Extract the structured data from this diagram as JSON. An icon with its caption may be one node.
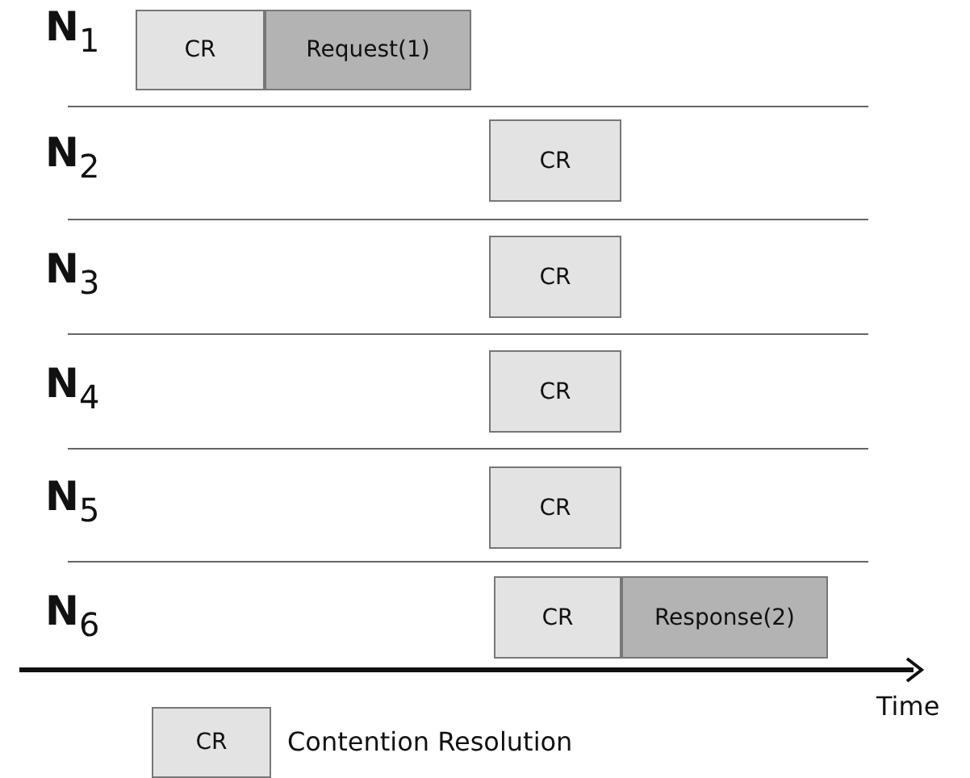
{
  "diagram": {
    "nodes": [
      {
        "text": [
          "CR"
        ]
      },
      {
        "text": [
          "Request(1)"
        ]
      },
      {
        "text": [
          "CR"
        ]
      },
      {
        "text": [
          "CR"
        ]
      },
      {
        "text": [
          "CR"
        ]
      },
      {
        "text": [
          "CR"
        ]
      },
      {
        "text": [
          "CR"
        ]
      },
      {
        "text": [
          "Response(2)"
        ]
      }
    ],
    "labels": [
      "N$_{1}$",
      "N$_{2}$",
      "N$_{3}$",
      "N$_{4}$",
      "N$_{5}$",
      "N$_{6}$",
      "Time",
      "CR"
    ],
    "legend": [
      {
        "text": "Contention Resolution",
        "color": "#e3e3e3"
      }
    ]
  }
}
